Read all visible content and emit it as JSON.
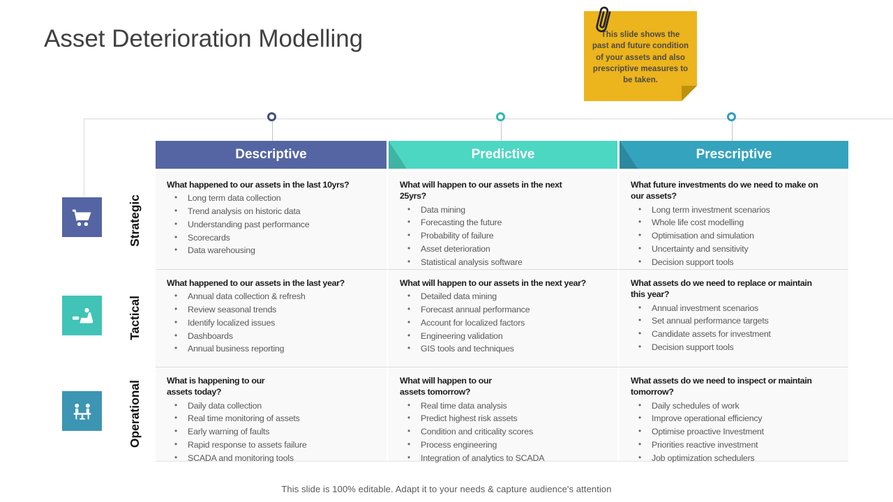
{
  "title": "Asset Deterioration Modelling",
  "footer": "This slide is 100% editable. Adapt it to your needs & capture audience's attention",
  "sticky_note": {
    "text": "This slide shows the past and future condition of your assets and also prescriptive measures to be taken.",
    "bg": "#ECB41D"
  },
  "columns": [
    {
      "label": "Descriptive",
      "color": "#5565A3",
      "dot_color": "#3F4E7F"
    },
    {
      "label": "Predictive",
      "color": "#4CD7C3",
      "dot_color": "#2EB9A9"
    },
    {
      "label": "Prescriptive",
      "color": "#34A3BD",
      "dot_color": "#2E9FBC"
    }
  ],
  "rows": [
    {
      "label": "Strategic",
      "icon": "shopping-cart",
      "color": "#5565A3"
    },
    {
      "label": "Tactical",
      "icon": "recliner",
      "color": "#41C3B7"
    },
    {
      "label": "Operational",
      "icon": "meeting",
      "color": "#3C95B3"
    }
  ],
  "cells": [
    [
      {
        "question": "What happened to our assets in the last 10yrs?",
        "bullets": [
          "Long term data collection",
          "Trend analysis on historic data",
          "Understanding past performance",
          "Scorecards",
          "Data warehousing"
        ]
      },
      {
        "question": "What will happen to our assets in the next\n25yrs?",
        "bullets": [
          "Data mining",
          "Forecasting the future",
          "Probability of failure",
          "Asset deterioration",
          "Statistical analysis software"
        ]
      },
      {
        "question": "What future investments do we need to make on\nour assets?",
        "bullets": [
          "Long term investment scenarios",
          "Whole life cost modelling",
          "Optimisation and simulation",
          "Uncertainty and sensitivity",
          "Decision support tools"
        ]
      }
    ],
    [
      {
        "question": "What happened to our assets in the last year?",
        "bullets": [
          "Annual data collection & refresh",
          "Review seasonal trends",
          "Identify localized issues",
          "Dashboards",
          "Annual business reporting"
        ]
      },
      {
        "question": "What will happen to our assets in the next year?",
        "bullets": [
          "Detailed data mining",
          "Forecast annual performance",
          "Account for localized factors",
          "Engineering validation",
          "GIS tools and techniques"
        ]
      },
      {
        "question": "What assets do we need to replace or maintain\nthis year?",
        "bullets": [
          "Annual investment scenarios",
          "Set annual performance targets",
          "Candidate assets for investment",
          "Decision support tools"
        ]
      }
    ],
    [
      {
        "question": "What is happening to our\nassets today?",
        "bullets": [
          "Daily data collection",
          "Real time monitoring of assets",
          "Early warning of faults",
          "Rapid response to assets failure",
          "SCADA and monitoring tools"
        ]
      },
      {
        "question": "What will happen to our\nassets tomorrow?",
        "bullets": [
          "Real time data analysis",
          "Predict highest risk assets",
          "Condition and criticality scores",
          "Process engineering",
          "Integration of analytics to SCADA"
        ]
      },
      {
        "question": "What assets do we need to inspect or maintain\ntomorrow?",
        "bullets": [
          "Daily schedules of work",
          "Improve operational efficiency",
          "Optimise proactive Investment",
          "Priorities reactive investment",
          "Job optimization schedulers"
        ]
      }
    ]
  ]
}
